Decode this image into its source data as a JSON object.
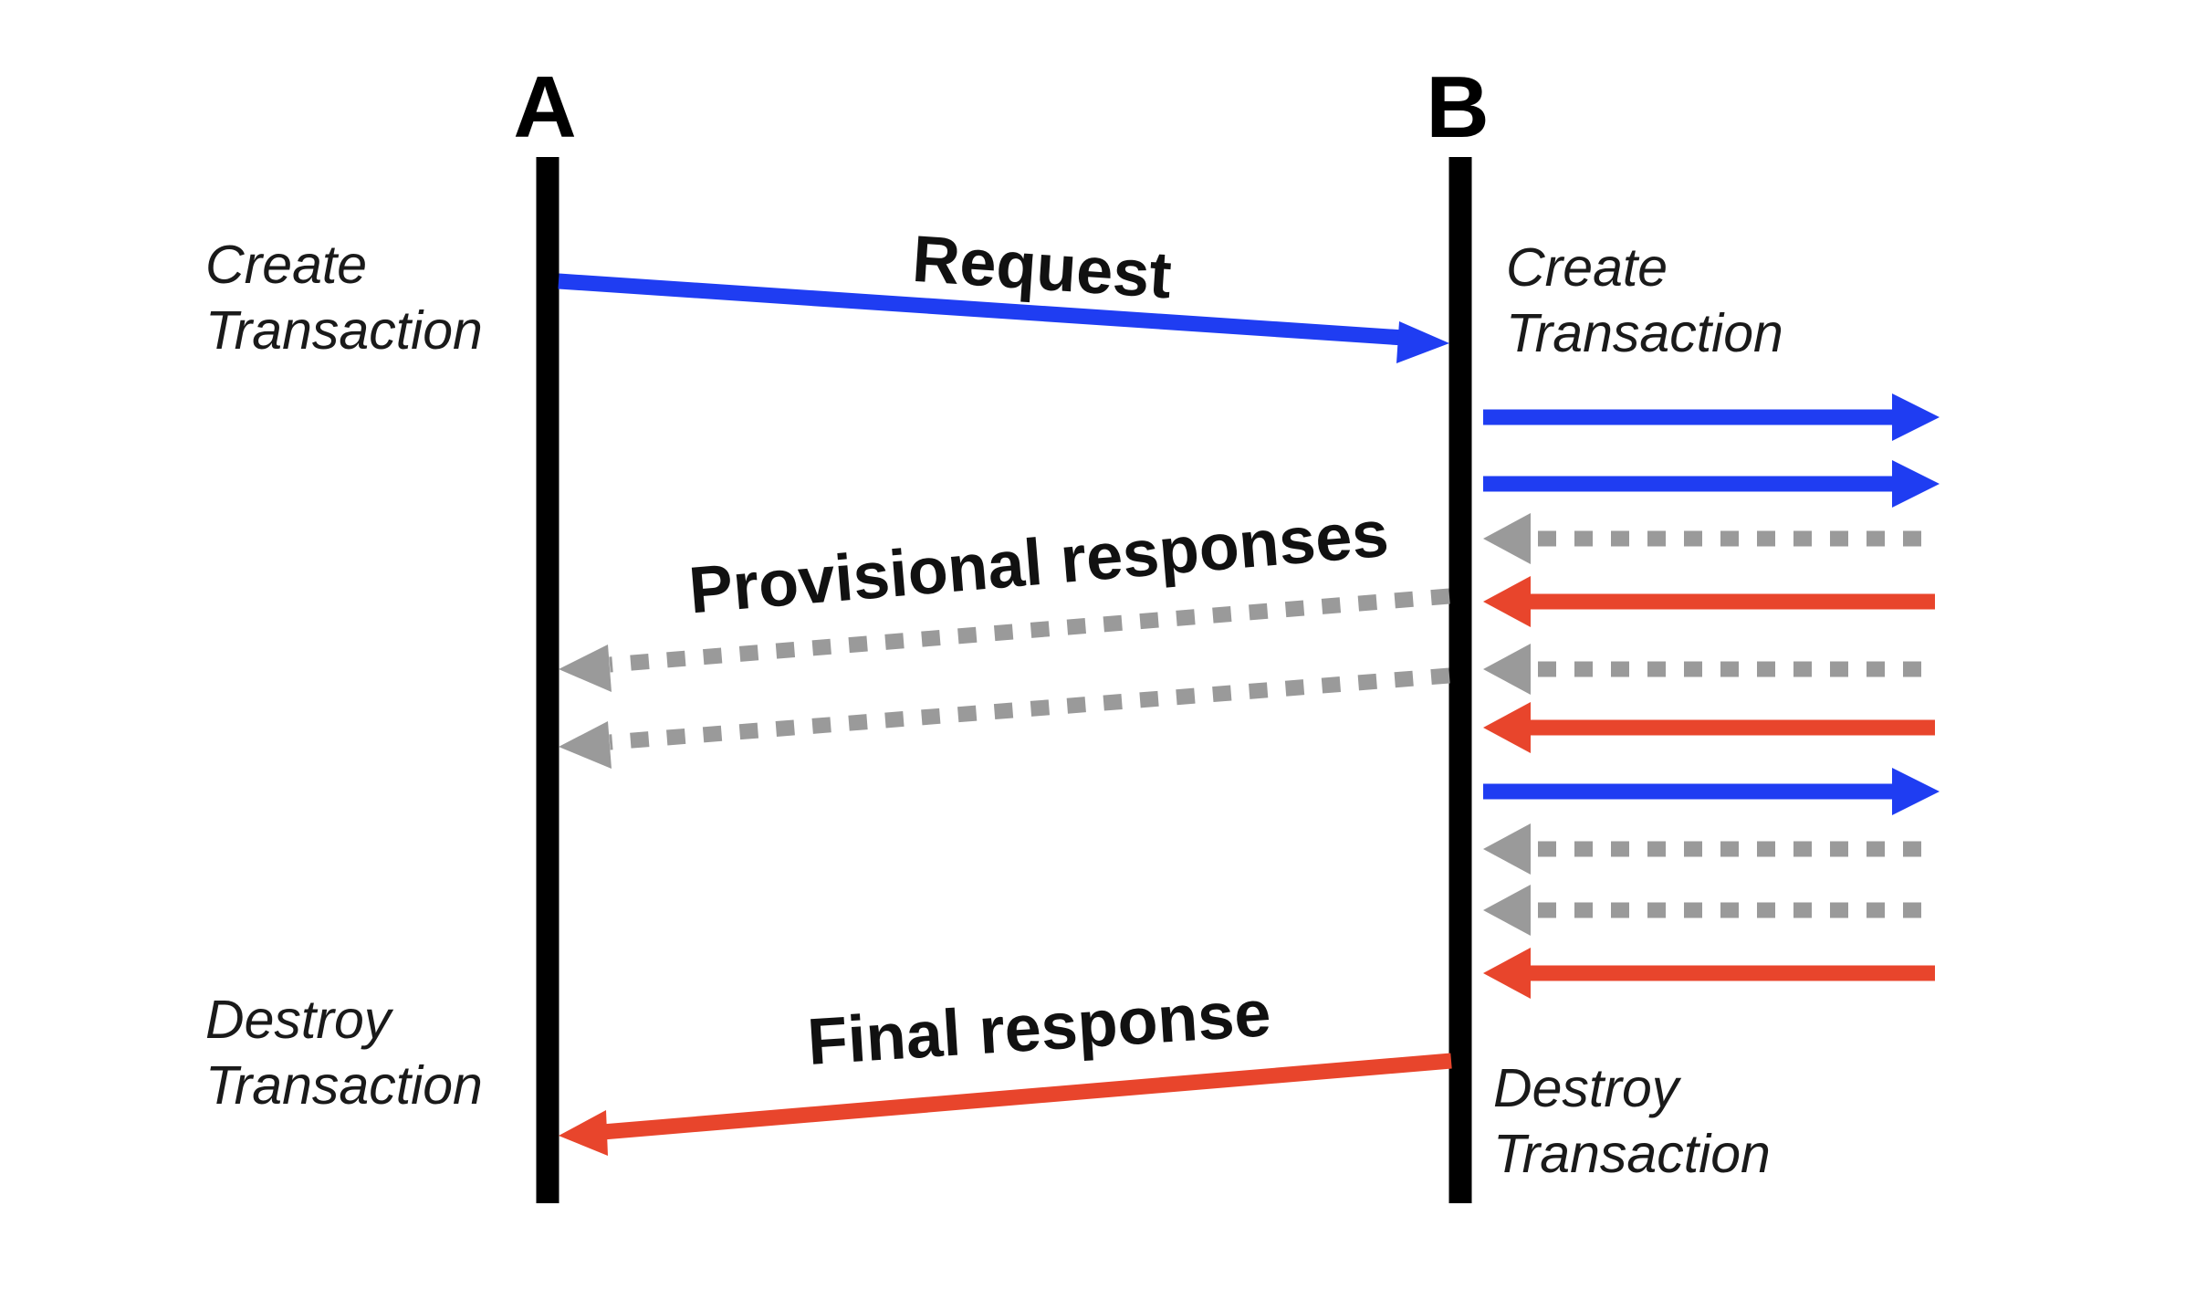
{
  "actors": {
    "a": "A",
    "b": "B"
  },
  "notes": {
    "a_create": [
      "Create",
      "Transaction"
    ],
    "a_destroy": [
      "Destroy",
      "Transaction"
    ],
    "b_create": [
      "Create",
      "Transaction"
    ],
    "b_destroy": [
      "Destroy",
      "Transaction"
    ]
  },
  "messages": {
    "request": "Request",
    "provisional": "Provisional responses",
    "final": "Final response"
  },
  "colors": {
    "request": "#1f3df2",
    "provisional": "#9a9a9a",
    "final": "#e8452c",
    "lifeline": "#000000"
  },
  "side_arrows": [
    {
      "kind": "request"
    },
    {
      "kind": "request"
    },
    {
      "kind": "provisional"
    },
    {
      "kind": "final"
    },
    {
      "kind": "provisional"
    },
    {
      "kind": "final"
    },
    {
      "kind": "request"
    },
    {
      "kind": "provisional"
    },
    {
      "kind": "provisional"
    },
    {
      "kind": "final"
    }
  ]
}
